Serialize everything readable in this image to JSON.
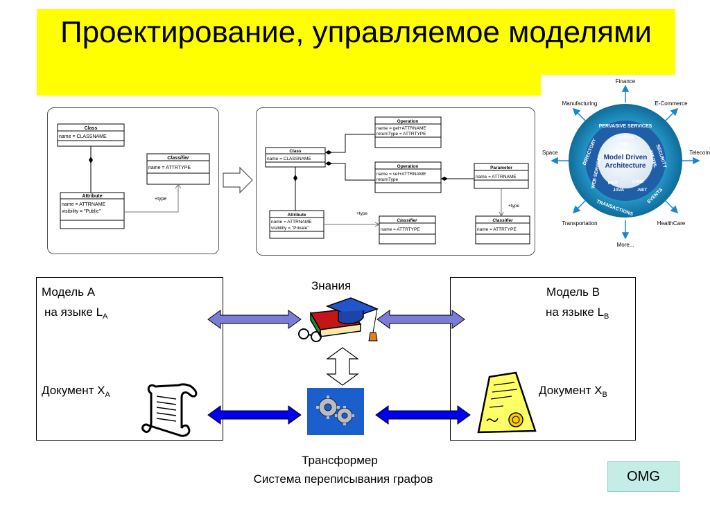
{
  "title": "Проектирование, управляемое моделями",
  "uml_left": {
    "class_title": "Class",
    "class_attr": "name = CLASSNAME",
    "attribute_title": "Attribute",
    "attribute_attr1": "name = ATTRNAME",
    "attribute_attr2": "visibility = \"Public\"",
    "classifier_title": "Classifier",
    "classifier_attr": "name = ATTRTYPE",
    "type_label": "+type"
  },
  "uml_right": {
    "class_title": "Class",
    "class_attr": "name = CLASSNAME",
    "op1_title": "Operation",
    "op1_attr1": "name = get+ATTRNAME",
    "op1_attr2": "returnType = ATTRTYPE",
    "op2_title": "Operation",
    "op2_attr1": "name = set+ATTRNAME",
    "op2_attr2": "returnType",
    "param_title": "Parameter",
    "param_attr": "name = ATTRNAME",
    "attribute_title": "Attribute",
    "attribute_attr1": "name = ATTRNAME",
    "attribute_attr2": "visibility = \"Private\"",
    "classifier1_title": "Classifier",
    "classifier1_attr": "name = ATTRTYPE",
    "classifier2_title": "Classifier",
    "classifier2_attr": "name = ATTRTYPE",
    "type_label1": "+type",
    "type_label2": "+type"
  },
  "mda": {
    "center1": "Model Driven",
    "center2": "Architecture",
    "ring_inner": [
      "UML",
      "CORBA",
      "MOF",
      "JAVA",
      "CWM",
      ".NET",
      "XMI/XML"
    ],
    "ring_outer": [
      "PERVASIVE SERVICES",
      "SECURITY",
      "EVENTS",
      "TRANSACTIONS",
      "DIRECTORY",
      "WEB SERVICES"
    ],
    "domains": [
      "Finance",
      "E-Commerce",
      "Telecom",
      "HealthCare",
      "More...",
      "Transportation",
      "Space",
      "Manufacturing"
    ]
  },
  "bottom": {
    "model_a": "Модель А",
    "lang_a_prefix": "на языке L",
    "lang_a_sub": "A",
    "model_b": "Модель В",
    "lang_b_prefix": "на языке L",
    "lang_b_sub": "B",
    "doc_a_prefix": "Документ X",
    "doc_a_sub": "A",
    "doc_b_prefix": "Документ X",
    "doc_b_sub": "B",
    "knowledge": "Знания",
    "transformer": "Трансформер",
    "graph_system": "Система переписывания графов",
    "omg": "OMG"
  },
  "colors": {
    "title_bg": "#ffff00",
    "arrow_light": "#7b7bd8",
    "arrow_dark": "#0000ee",
    "omg_bg": "#c4ede6",
    "mda_outer": "#1c97c9",
    "mda_center": "#1a3c8a"
  }
}
